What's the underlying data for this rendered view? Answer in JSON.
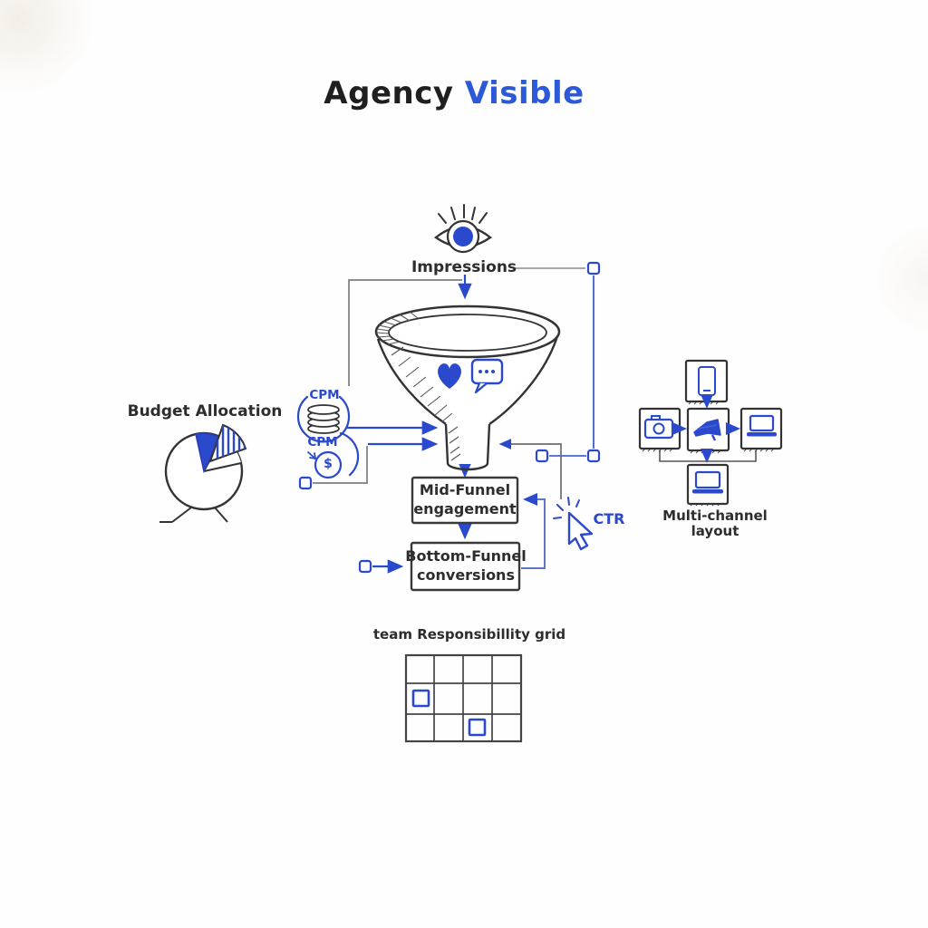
{
  "title": {
    "black": "Agency",
    "blue": "Visible"
  },
  "colors": {
    "accent": "#2a49cd",
    "title_blue": "#2c59d8",
    "ink": "#2d2d2d",
    "box_stroke": "#3a3a3a",
    "connector_gray": "#7d7d7d",
    "loop_blue": "#5f77c5"
  },
  "funnel": {
    "top_label": "Impressions",
    "mid_box": {
      "line1": "Mid-Funnel",
      "line2": "engagement"
    },
    "bottom_box": {
      "line1": "Bottom-Funnel",
      "line2": "conversions"
    },
    "ctr_label": "CTR"
  },
  "metrics": {
    "cpm_top": "CPM",
    "cpm_bottom": "CPM",
    "dollar": "$"
  },
  "budget": {
    "label": "Budget Allocation"
  },
  "multi_channel": {
    "line1": "Multi-channel",
    "line2": "layout"
  },
  "team_grid": {
    "label": "team Responsibillity grid"
  },
  "icons": {
    "eye": "eye-icon",
    "heart": "heart-icon",
    "chat": "chat-bubble-icon",
    "coin_stack": "coin-stack-icon",
    "dollar_coin": "dollar-coin-icon",
    "cursor": "cursor-click-icon",
    "pie": "pie-chart-icon",
    "phone": "phone-icon",
    "camera": "camera-icon",
    "megaphone": "megaphone-icon",
    "laptop_right": "laptop-icon",
    "laptop_bottom": "laptop-icon"
  }
}
